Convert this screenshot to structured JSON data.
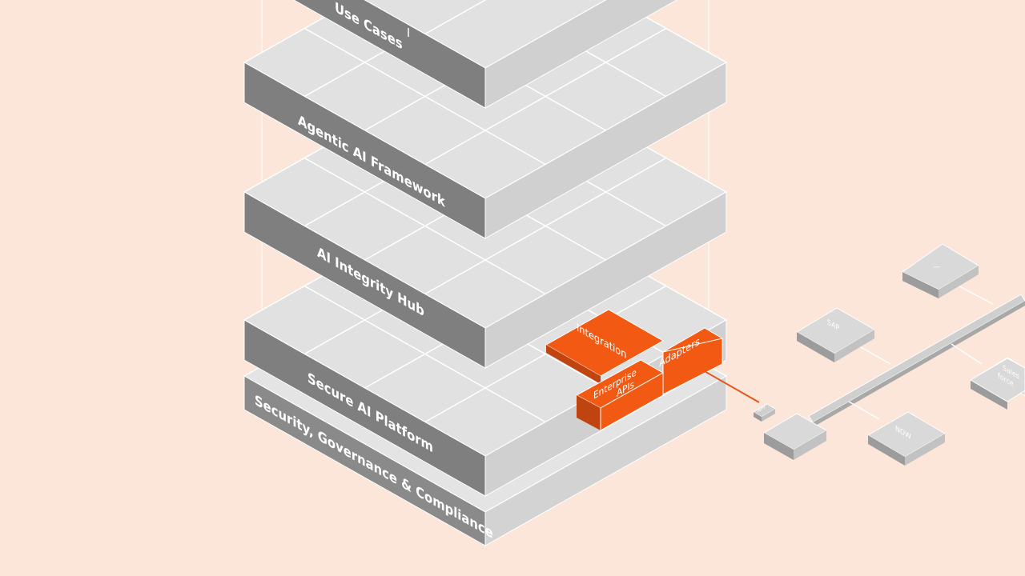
{
  "layers": [
    {
      "id": "use-cases",
      "label": "Use Cases"
    },
    {
      "id": "agentic-ai-framework",
      "label": "Agentic AI Framework"
    },
    {
      "id": "ai-integrity-hub",
      "label": "AI Integrity Hub"
    },
    {
      "id": "secure-ai-platform",
      "label": "Secure AI Platform"
    },
    {
      "id": "security-governance-compliance",
      "label": "Security,  Governance & Compliance"
    }
  ],
  "highlight_blocks": {
    "integration": "Integration",
    "adapters": "Adapters",
    "enterprise_apis_line1": "Enterprise",
    "enterprise_apis_line2": "APIs"
  },
  "connector_tag": "API",
  "external_systems": [
    {
      "id": "sap",
      "label": "SAP"
    },
    {
      "id": "salesforce",
      "label_line1": "Sales",
      "label_line2": "force"
    },
    {
      "id": "servicenow",
      "label": "NOW"
    },
    {
      "id": "top-system",
      "label": "—"
    }
  ],
  "colors": {
    "background": "#fbe6d9",
    "tile_top": "#e1e1e1",
    "tile_side_light": "#d2d2d2",
    "tile_side_dark": "#888888",
    "highlight": "#f25a14",
    "highlight_dark": "#bf4410"
  }
}
